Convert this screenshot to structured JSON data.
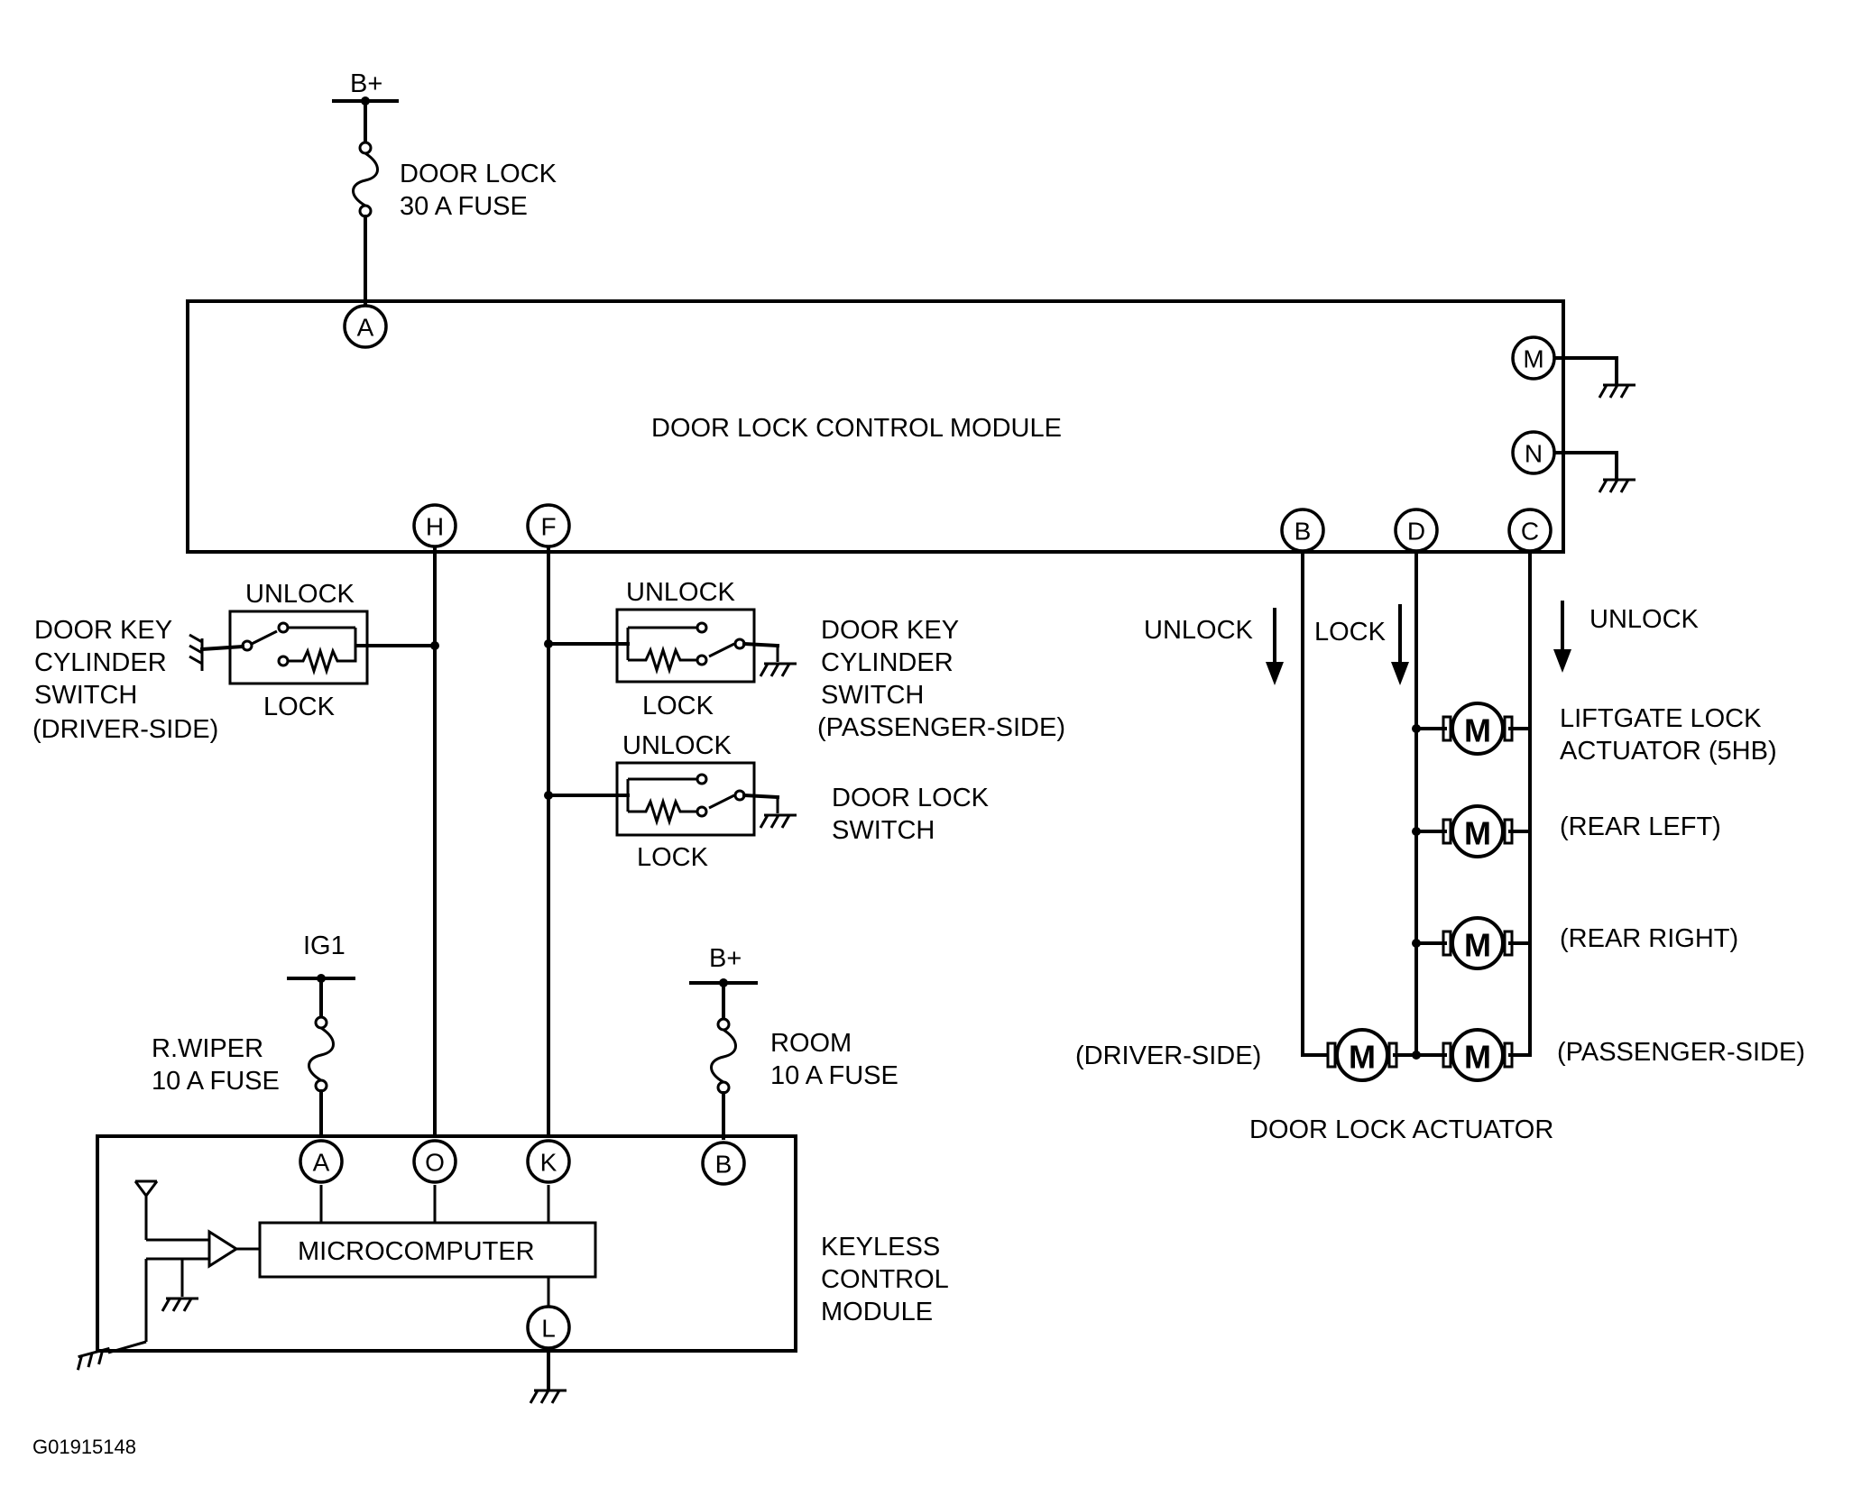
{
  "labels": {
    "fuse_top_supply": "B+",
    "fuse_top_l1": "DOOR LOCK",
    "fuse_top_l2": "30 A FUSE",
    "dlcm_title": "DOOR LOCK CONTROL MODULE",
    "ds_unlock": "UNLOCK",
    "ds_lock": "LOCK",
    "ds_l1": "DOOR KEY",
    "ds_l2": "CYLINDER",
    "ds_l3": "SWITCH",
    "ds_l4": "(DRIVER-SIDE)",
    "ps_unlock": "UNLOCK",
    "ps_lock": "LOCK",
    "ps_l1": "DOOR KEY",
    "ps_l2": "CYLINDER",
    "ps_l3": "SWITCH",
    "ps_l4": "(PASSENGER-SIDE)",
    "dls_unlock": "UNLOCK",
    "dls_lock": "LOCK",
    "dls_l1": "DOOR LOCK",
    "dls_l2": "SWITCH",
    "arrow_b": "UNLOCK",
    "arrow_d": "LOCK",
    "arrow_c": "UNLOCK",
    "act_liftgate_l1": "LIFTGATE LOCK",
    "act_liftgate_l2": "ACTUATOR (5HB)",
    "act_rear_left": "(REAR LEFT)",
    "act_rear_right": "(REAR RIGHT)",
    "act_driver": "(DRIVER-SIDE)",
    "act_passenger": "(PASSENGER-SIDE)",
    "act_title": "DOOR LOCK ACTUATOR",
    "ig1": "IG1",
    "rwiper_l1": "R.WIPER",
    "rwiper_l2": "10 A FUSE",
    "room_supply": "B+",
    "room_l1": "ROOM",
    "room_l2": "10 A FUSE",
    "micro": "MICROCOMPUTER",
    "kcm_l1": "KEYLESS",
    "kcm_l2": "CONTROL",
    "kcm_l3": "MODULE",
    "figure_id": "G01915148"
  },
  "pins": {
    "dlcm": {
      "A": "A",
      "M": "M",
      "N": "N",
      "H": "H",
      "F": "F",
      "B": "B",
      "D": "D",
      "C": "C"
    },
    "kcm": {
      "A": "A",
      "O": "O",
      "K": "K",
      "B": "B",
      "L": "L"
    }
  },
  "motor_letter": "M"
}
